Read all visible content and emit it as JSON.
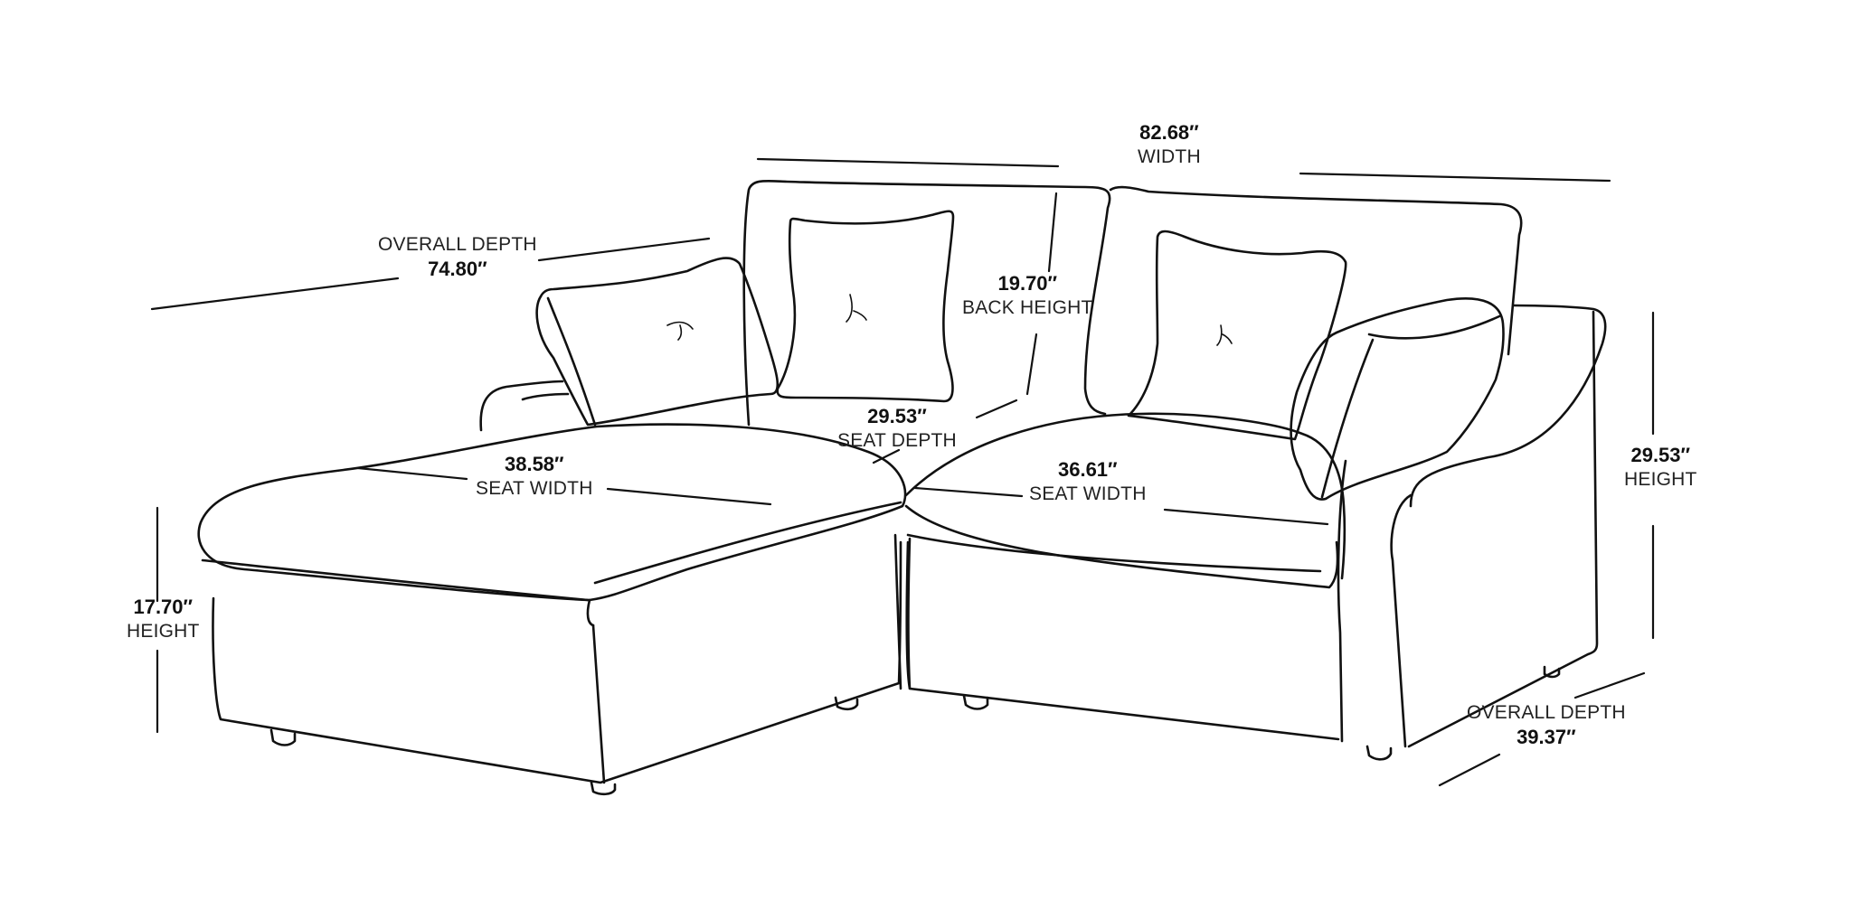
{
  "diagram": {
    "subject": "Modular sectional sofa with chaise (line drawing)",
    "dimensions": {
      "width": {
        "value": "82.68″",
        "label": "WIDTH"
      },
      "overall_depth_left": {
        "value": "74.80″",
        "label": "OVERALL DEPTH"
      },
      "back_height": {
        "value": "19.70″",
        "label": "BACK HEIGHT"
      },
      "seat_depth": {
        "value": "29.53″",
        "label": "SEAT DEPTH"
      },
      "seat_width_left": {
        "value": "38.58″",
        "label": "SEAT WIDTH"
      },
      "seat_width_right": {
        "value": "36.61″",
        "label": "SEAT WIDTH"
      },
      "seat_height": {
        "value": "17.70″",
        "label": "HEIGHT"
      },
      "overall_height": {
        "value": "29.53″",
        "label": "HEIGHT"
      },
      "overall_depth_right": {
        "value": "39.37″",
        "label": "OVERALL DEPTH"
      }
    },
    "colors": {
      "line": "#111111",
      "background": "#ffffff"
    }
  }
}
